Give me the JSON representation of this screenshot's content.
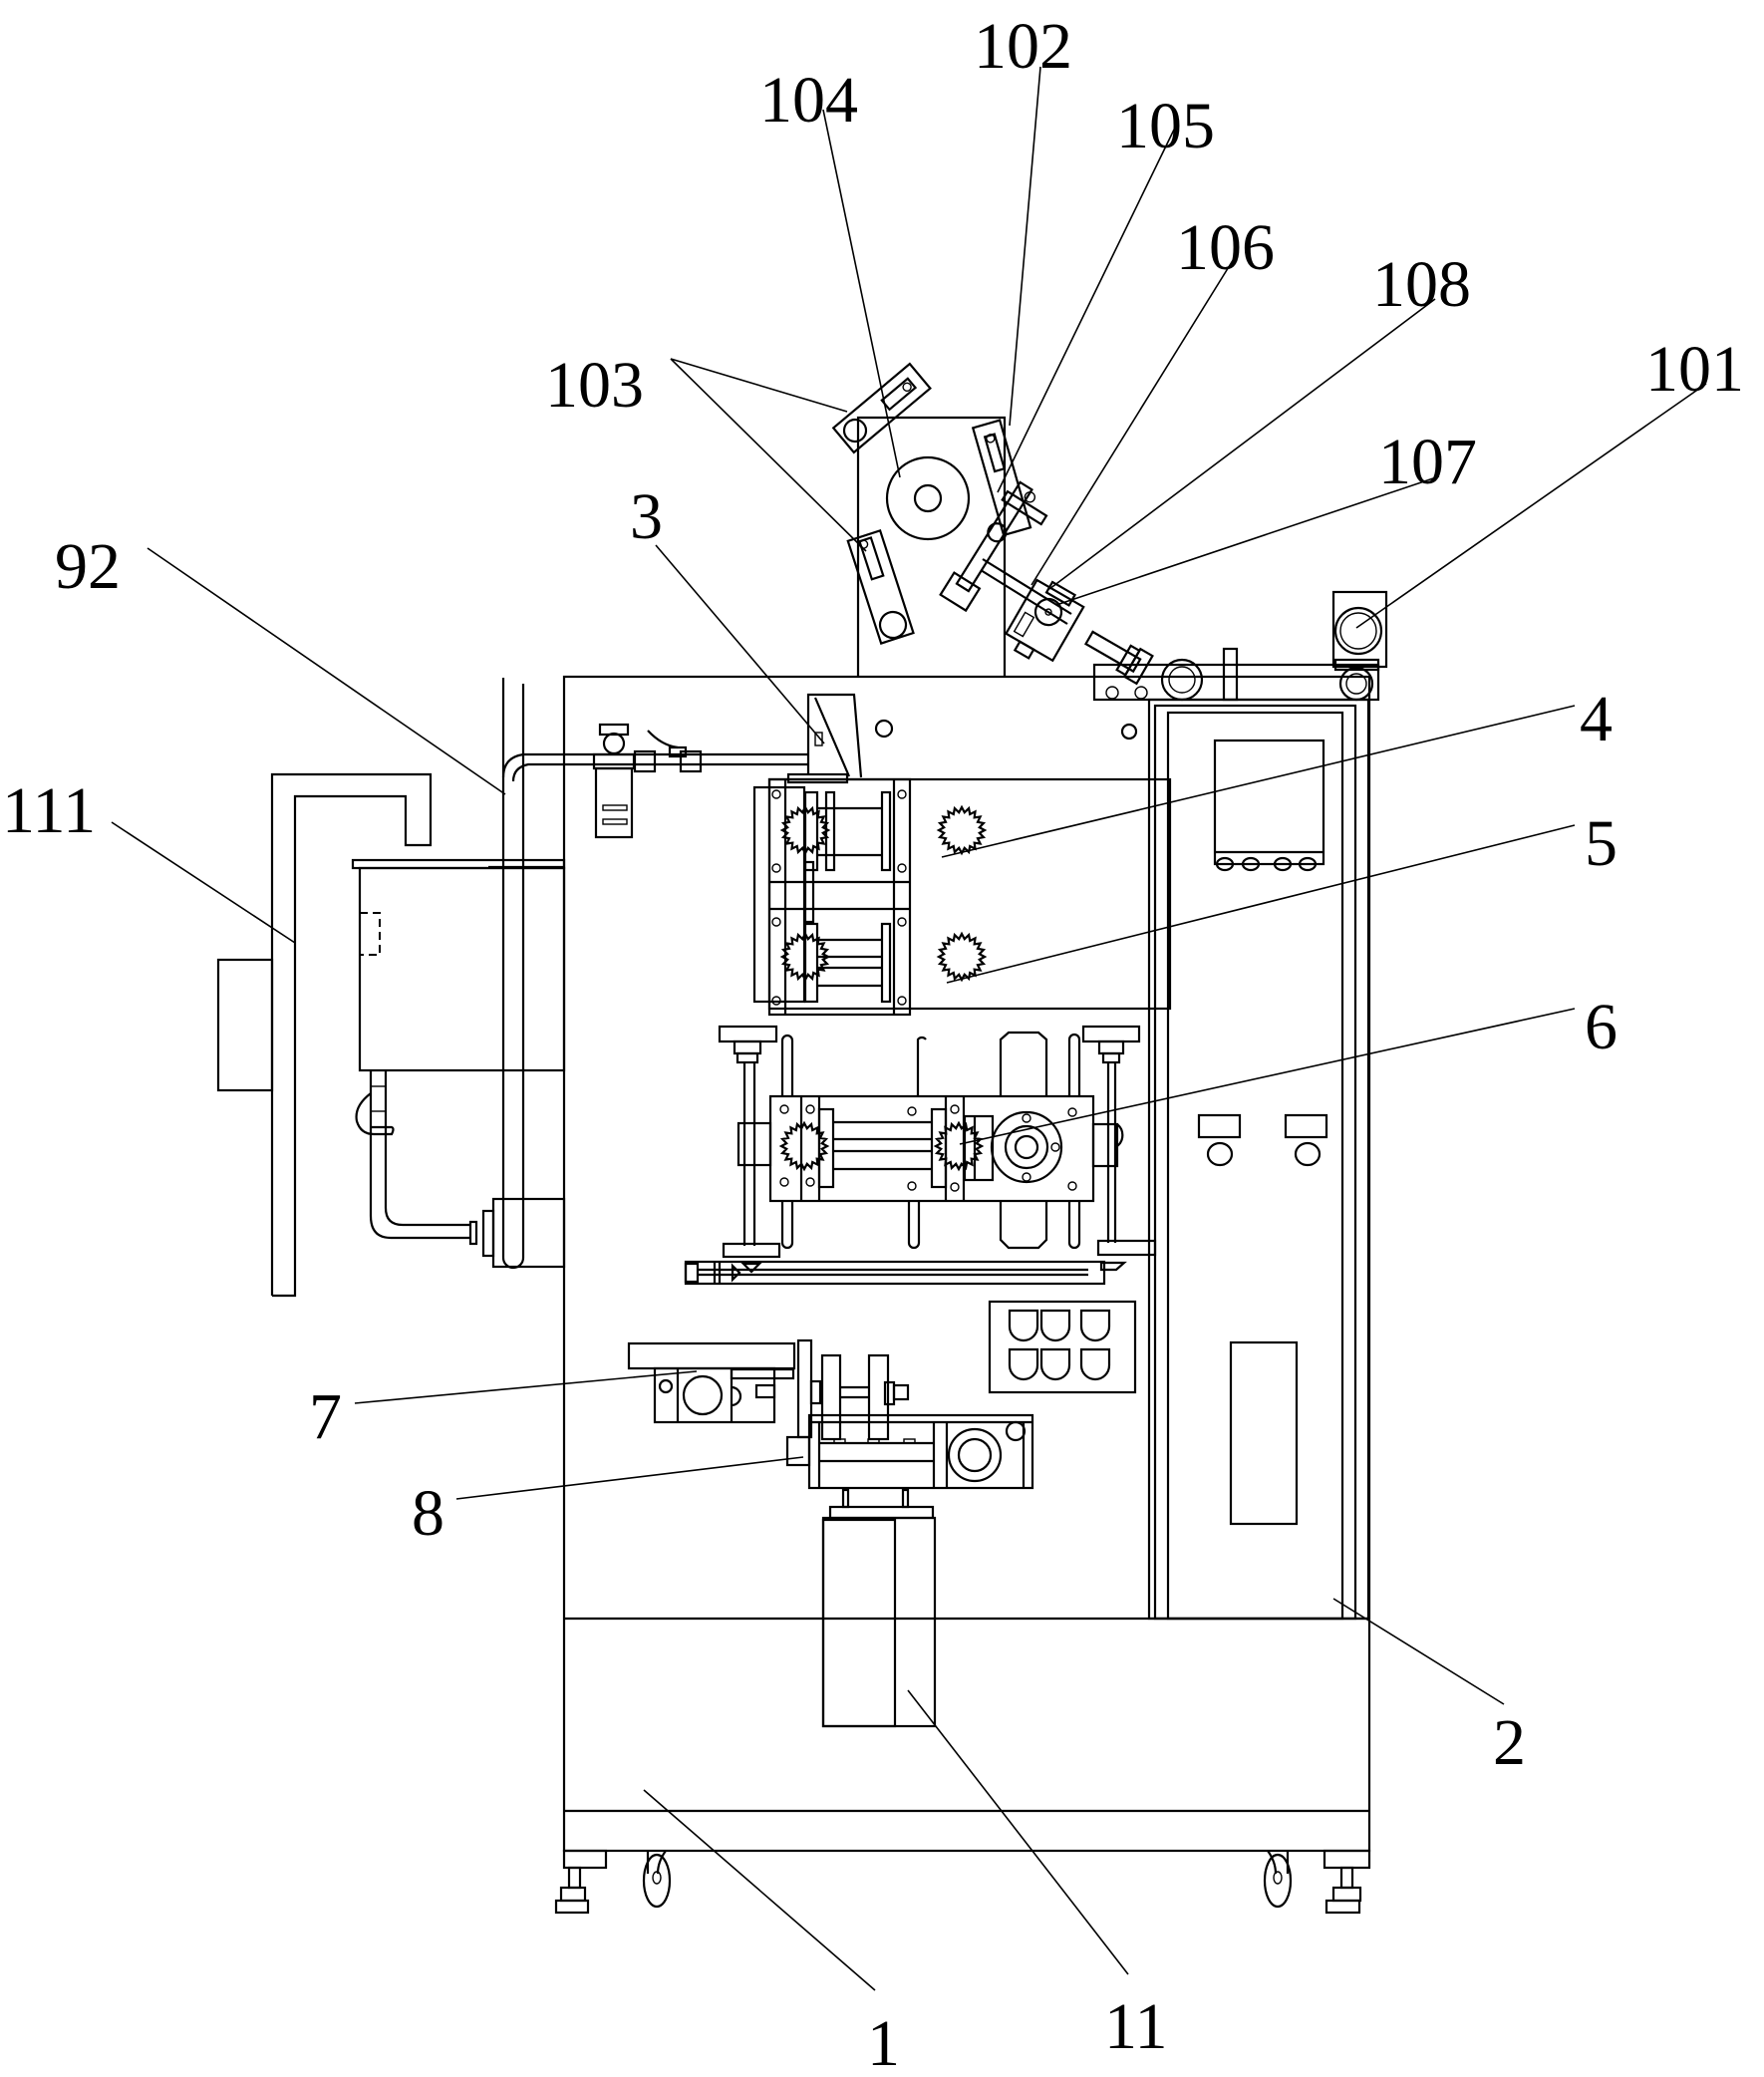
{
  "figure": {
    "type": "patent line drawing",
    "subject": "packaging machine, front view",
    "colors": {
      "line": "#000000",
      "background": "#ffffff"
    }
  },
  "labels": [
    {
      "id": "101",
      "text": "101"
    },
    {
      "id": "102",
      "text": "102"
    },
    {
      "id": "103",
      "text": "103"
    },
    {
      "id": "104",
      "text": "104"
    },
    {
      "id": "105",
      "text": "105"
    },
    {
      "id": "106",
      "text": "106"
    },
    {
      "id": "107",
      "text": "107"
    },
    {
      "id": "108",
      "text": "108"
    },
    {
      "id": "3",
      "text": "3"
    },
    {
      "id": "92",
      "text": "92"
    },
    {
      "id": "111",
      "text": "111"
    },
    {
      "id": "4",
      "text": "4"
    },
    {
      "id": "5",
      "text": "5"
    },
    {
      "id": "6",
      "text": "6"
    },
    {
      "id": "7",
      "text": "7"
    },
    {
      "id": "8",
      "text": "8"
    },
    {
      "id": "2",
      "text": "2"
    },
    {
      "id": "1",
      "text": "1"
    },
    {
      "id": "11",
      "text": "11"
    }
  ],
  "components": {
    "1": "machine base / frame",
    "2": "control cabinet",
    "3": "feed hopper bracket",
    "4": "upper roller assembly",
    "5": "middle roller assembly",
    "6": "lower roller assembly with motor",
    "7": "cutting drive unit",
    "8": "output drive motor",
    "11": "collection box",
    "92": "water pipe",
    "111": "water tank bracket",
    "101": "film feed roller",
    "102": "film rack plate",
    "103": "tension arms",
    "104": "film roll",
    "105": "guide arm",
    "106": "adjusting rod",
    "107": "tension block",
    "108": "clamp seat"
  }
}
